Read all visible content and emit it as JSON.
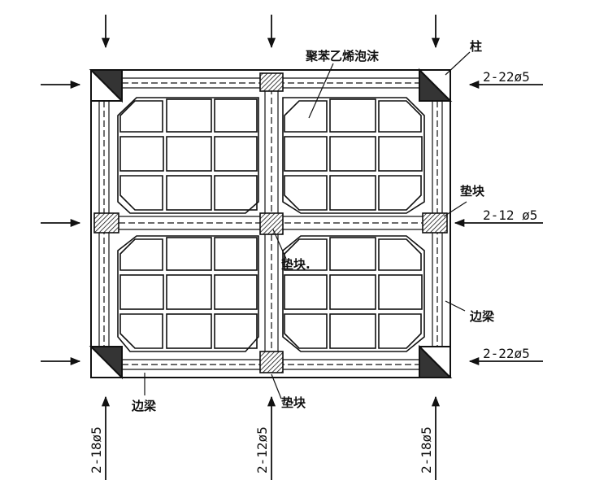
{
  "labels": {
    "foam": "聚苯乙烯泡沫",
    "column": "柱",
    "pad_right": "垫块",
    "pad_center": "垫块.",
    "pad_bottom": "垫块",
    "edge_beam_right": "边梁",
    "edge_beam_bottom": "边梁"
  },
  "rebar": {
    "top_right": "2-22ø5",
    "mid_right": "2-12 ø5",
    "bottom_right": "2-22ø5",
    "bottom_left": "2-18ø5",
    "bottom_center": "2-12ø5",
    "bottom_far_right": "2-18ø5"
  },
  "colors": {
    "line": "#111111",
    "background": "#ffffff"
  }
}
